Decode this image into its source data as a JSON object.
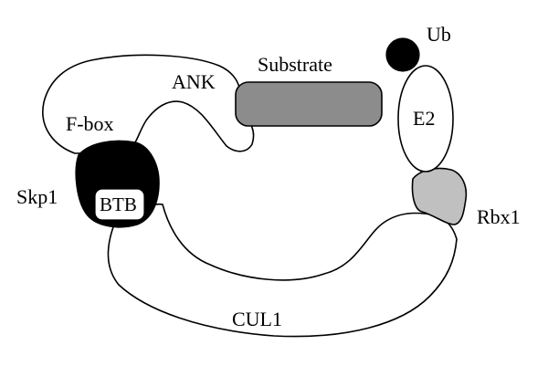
{
  "diagram": {
    "labels": {
      "ub": "Ub",
      "substrate": "Substrate",
      "ank": "ANK",
      "e2": "E2",
      "fbox": "F-box",
      "skp1": "Skp1",
      "btb": "BTB",
      "rbx1": "Rbx1",
      "cul1": "CUL1"
    },
    "colors": {
      "outline": "#000000",
      "substrate_fill": "#8c8c8c",
      "rbx1_fill": "#c0c0c0",
      "skp1_fill": "#000000",
      "ub_fill": "#000000",
      "background": "#ffffff"
    }
  }
}
